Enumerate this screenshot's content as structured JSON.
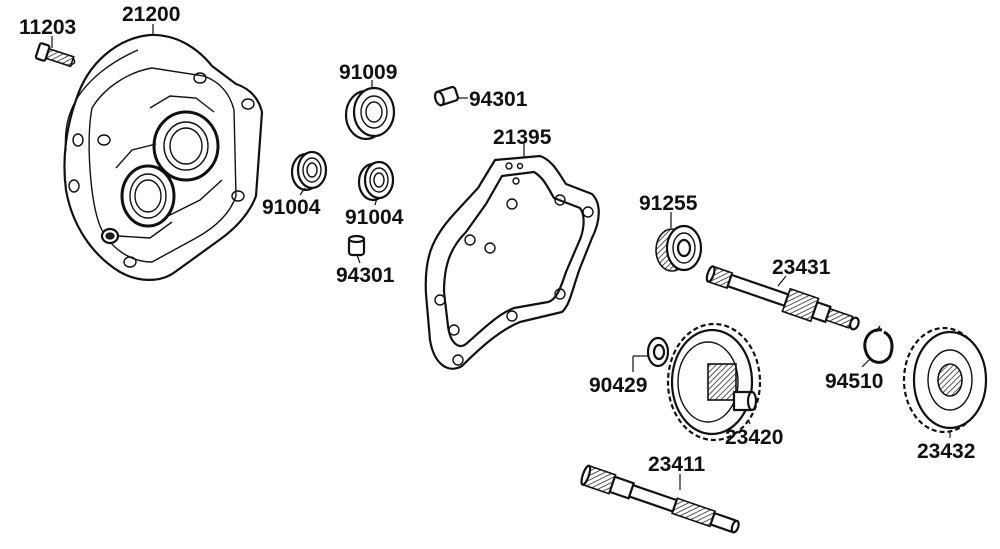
{
  "diagram": {
    "parts": [
      {
        "id": "bolt",
        "number": "11203"
      },
      {
        "id": "crankcase-cover",
        "number": "21200"
      },
      {
        "id": "bearing-large",
        "number": "91009"
      },
      {
        "id": "dowel-top",
        "number": "94301"
      },
      {
        "id": "bearing-left",
        "number": "91004"
      },
      {
        "id": "bearing-right",
        "number": "91004"
      },
      {
        "id": "dowel-bottom",
        "number": "94301"
      },
      {
        "id": "gasket",
        "number": "21395"
      },
      {
        "id": "seal-bearing",
        "number": "91255"
      },
      {
        "id": "final-shaft",
        "number": "23431"
      },
      {
        "id": "washer",
        "number": "90429"
      },
      {
        "id": "circlip",
        "number": "94510"
      },
      {
        "id": "countershaft-gear",
        "number": "23420"
      },
      {
        "id": "final-gear",
        "number": "23432"
      },
      {
        "id": "drive-shaft",
        "number": "23411"
      }
    ]
  }
}
